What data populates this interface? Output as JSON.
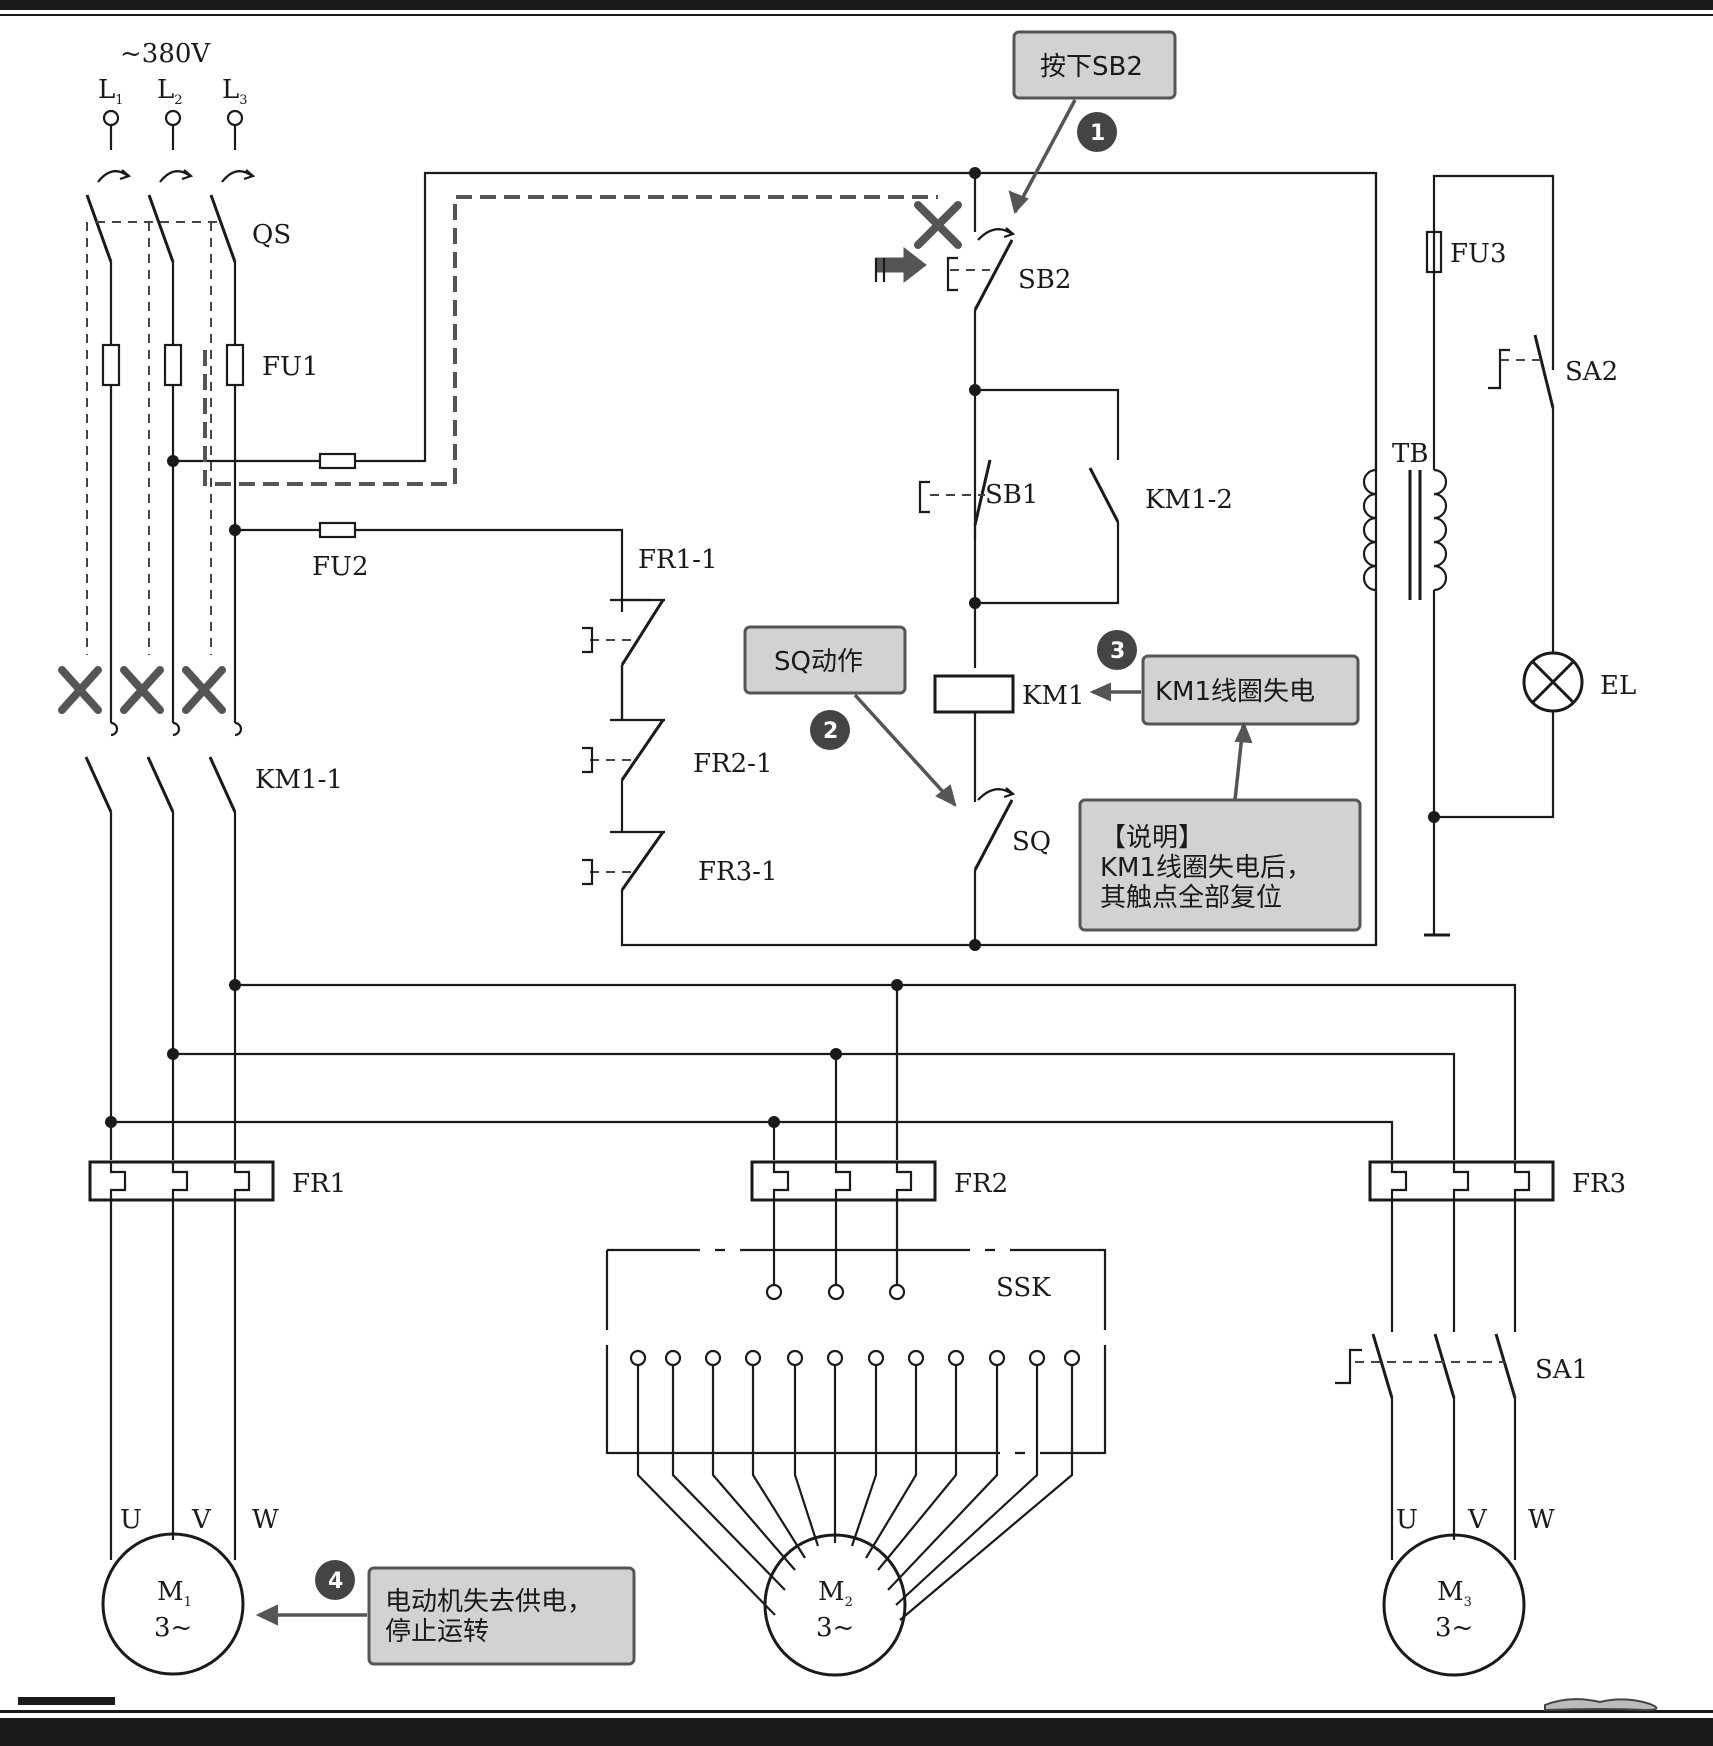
{
  "supply": {
    "voltage": "~380V",
    "phases": [
      {
        "letter": "L",
        "sub": "1"
      },
      {
        "letter": "L",
        "sub": "2"
      },
      {
        "letter": "L",
        "sub": "3"
      }
    ]
  },
  "components": {
    "qs": "QS",
    "fu1": "FU1",
    "fu2": "FU2",
    "fu3": "FU3",
    "km1_1": "KM1-1",
    "km1_2": "KM1-2",
    "km1_coil": "KM1",
    "sb1": "SB1",
    "sb2": "SB2",
    "sq": "SQ",
    "fr1_1": "FR1-1",
    "fr2_1": "FR2-1",
    "fr3_1": "FR3-1",
    "tb": "TB",
    "sa1": "SA1",
    "sa2": "SA2",
    "el": "EL",
    "fr1": "FR1",
    "fr2": "FR2",
    "fr3": "FR3",
    "ssk": "SSK"
  },
  "motor_terminals": {
    "u": "U",
    "v": "V",
    "w": "W"
  },
  "motors": [
    {
      "letter": "M",
      "sub": "1",
      "rating": "3~"
    },
    {
      "letter": "M",
      "sub": "2",
      "rating": "3~"
    },
    {
      "letter": "M",
      "sub": "3",
      "rating": "3~"
    }
  ],
  "callouts": {
    "step1": {
      "number": "1",
      "text": "按下SB2"
    },
    "step2": {
      "number": "2",
      "text": "SQ动作"
    },
    "step3": {
      "number": "3",
      "text": "KM1线圈失电"
    },
    "step4": {
      "number": "4",
      "line1": "电动机失去供电，",
      "line2": "停止运转"
    },
    "note": {
      "title": "【说明】",
      "line1": "KM1线圈失电后，",
      "line2": "其触点全部复位"
    }
  },
  "colors": {
    "wire": "#1a1a1a",
    "callout_fill": "#d2d2d2",
    "callout_border": "#555555",
    "badge": "#444444"
  }
}
